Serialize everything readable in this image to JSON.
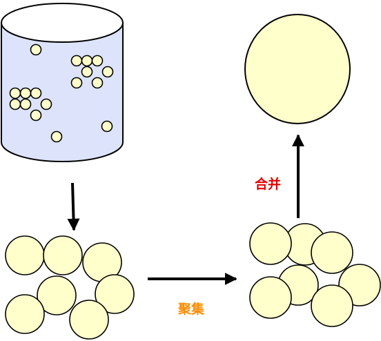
{
  "labels": {
    "merge": "合并",
    "aggregate": "聚集"
  },
  "colors": {
    "particle_fill": "#ffffcc",
    "outline": "#000000",
    "beaker_fill": "#dde3fb",
    "beaker_top": "#ffffff",
    "arrow": "#000000",
    "merge_label": "#e00000",
    "aggregate_label": "#ff8c00"
  },
  "stages": [
    {
      "name": "dispersed-droplets-in-container"
    },
    {
      "name": "droplet-cluster"
    },
    {
      "name": "aggregated-droplets"
    },
    {
      "name": "merged-single-droplet"
    }
  ]
}
